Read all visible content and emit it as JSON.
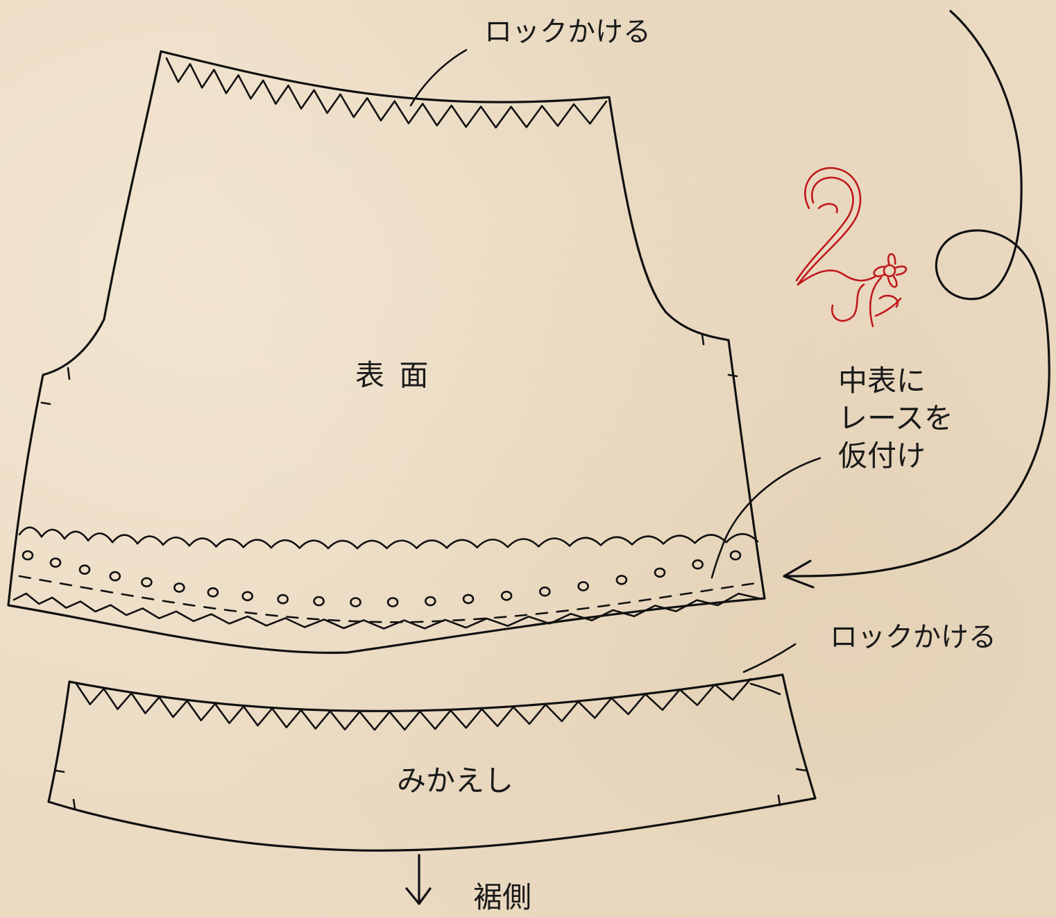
{
  "labels": {
    "serge_top": "ロックかける",
    "front_face": "表 面",
    "lace_note": [
      "中表に",
      "レースを",
      "仮付け"
    ],
    "serge_bottom": "ロックかける",
    "facing": "みかえし",
    "hem_side": "裾側"
  },
  "step_number": "2",
  "colors": {
    "paper": "#ebdbc3",
    "ink": "#111111",
    "accent_red": "#c0181c"
  }
}
